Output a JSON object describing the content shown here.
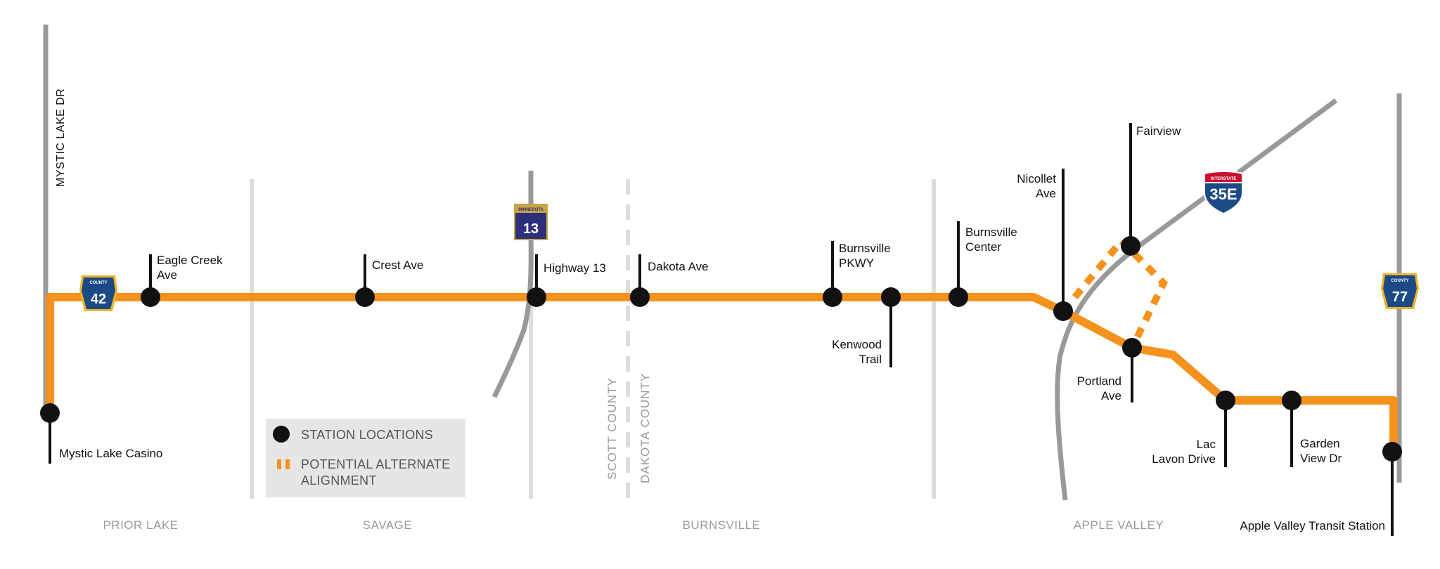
{
  "colors": {
    "route": "#f5921e",
    "road": "#999999",
    "boundary": "#dddddd",
    "station": "#111111",
    "county_shield": "#1c4a86",
    "interstate_top": "#c8102e",
    "legend_bg": "#e6e6e6"
  },
  "roads": {
    "mystic_lake_dr": "MYSTIC LAKE DR"
  },
  "stations": {
    "mystic_lake_casino": "Mystic Lake Casino",
    "eagle_creek": [
      "Eagle Creek",
      "Ave"
    ],
    "crest_ave": "Crest Ave",
    "highway_13": "Highway 13",
    "dakota_ave": "Dakota Ave",
    "burnsville_pkwy": [
      "Burnsville",
      "PKWY"
    ],
    "kenwood_trail": [
      "Kenwood",
      "Trail"
    ],
    "burnsville_center": [
      "Burnsville",
      "Center"
    ],
    "nicollet_ave": [
      "Nicollet",
      "Ave"
    ],
    "fairview": "Fairview",
    "portland_ave": [
      "Portland",
      "Ave"
    ],
    "lac_lavon": [
      "Lac",
      "Lavon Drive"
    ],
    "garden_view": [
      "Garden",
      "View Dr"
    ],
    "apple_valley_transit": "Apple Valley Transit Station"
  },
  "shields": {
    "county_42": {
      "top": "COUNTY",
      "number": "42"
    },
    "mn_13": {
      "top": "MINNESOTA",
      "number": "13"
    },
    "i35e": {
      "top": "INTERSTATE",
      "number": "35E"
    },
    "county_77": {
      "top": "COUNTY",
      "number": "77"
    }
  },
  "counties": {
    "scott": "SCOTT COUNTY",
    "dakota": "DAKOTA COUNTY"
  },
  "cities": {
    "prior_lake": "PRIOR LAKE",
    "savage": "SAVAGE",
    "burnsville": "BURNSVILLE",
    "apple_valley": "APPLE VALLEY"
  },
  "legend": {
    "stations": "STATION LOCATIONS",
    "alternate": [
      "POTENTIAL ALTERNATE",
      "ALIGNMENT"
    ]
  }
}
